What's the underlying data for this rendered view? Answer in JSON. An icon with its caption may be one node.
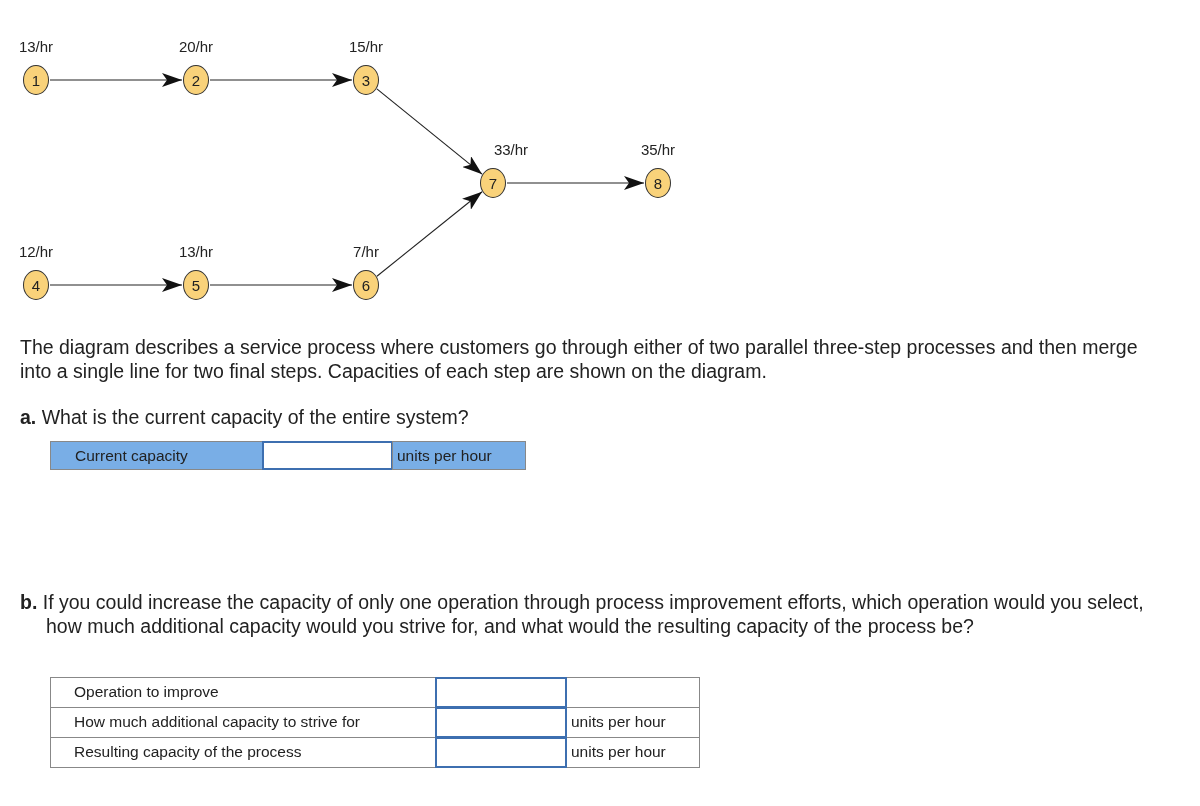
{
  "diagram": {
    "nodes": [
      {
        "text": [
          "1"
        ],
        "beside": [
          "13/hr"
        ]
      },
      {
        "text": [
          "2"
        ],
        "beside": [
          "20/hr"
        ]
      },
      {
        "text": [
          "3"
        ],
        "beside": [
          "15/hr"
        ]
      },
      {
        "text": [
          "4"
        ],
        "beside": [
          "12/hr"
        ]
      },
      {
        "text": [
          "5"
        ],
        "beside": [
          "13/hr"
        ]
      },
      {
        "text": [
          "6"
        ],
        "beside": [
          "7/hr"
        ]
      },
      {
        "text": [
          "7"
        ],
        "beside": [
          "33/hr"
        ]
      },
      {
        "text": [
          "8"
        ],
        "beside": [
          "35/hr"
        ]
      }
    ],
    "edges": [
      {
        "from": 0,
        "to": 1,
        "arrow": "to"
      },
      {
        "from": 1,
        "to": 2,
        "arrow": "to"
      },
      {
        "from": 2,
        "to": 6,
        "arrow": "to"
      },
      {
        "from": 3,
        "to": 4,
        "arrow": "to"
      },
      {
        "from": 4,
        "to": 5,
        "arrow": "to"
      },
      {
        "from": 5,
        "to": 6,
        "arrow": "to"
      },
      {
        "from": 6,
        "to": 7,
        "arrow": "to"
      }
    ],
    "labels": [
      "The diagram describes a service process where customers go through either of two parallel three-step processes and then merge into a single line for two final steps. Capacities of each step are shown on the diagram.",
      "**a.** What is the current capacity of the entire system?",
      "Current capacity",
      "units per hour",
      "**b.** If you could increase the capacity of only one operation through process improvement efforts, which operation would you select, how much additional capacity would you strive for, and what would the resulting capacity of the process be?",
      "Operation to improve",
      "How much additional capacity to strive for",
      "units per hour",
      "Resulting capacity of the process",
      "units per hour"
    ]
  }
}
